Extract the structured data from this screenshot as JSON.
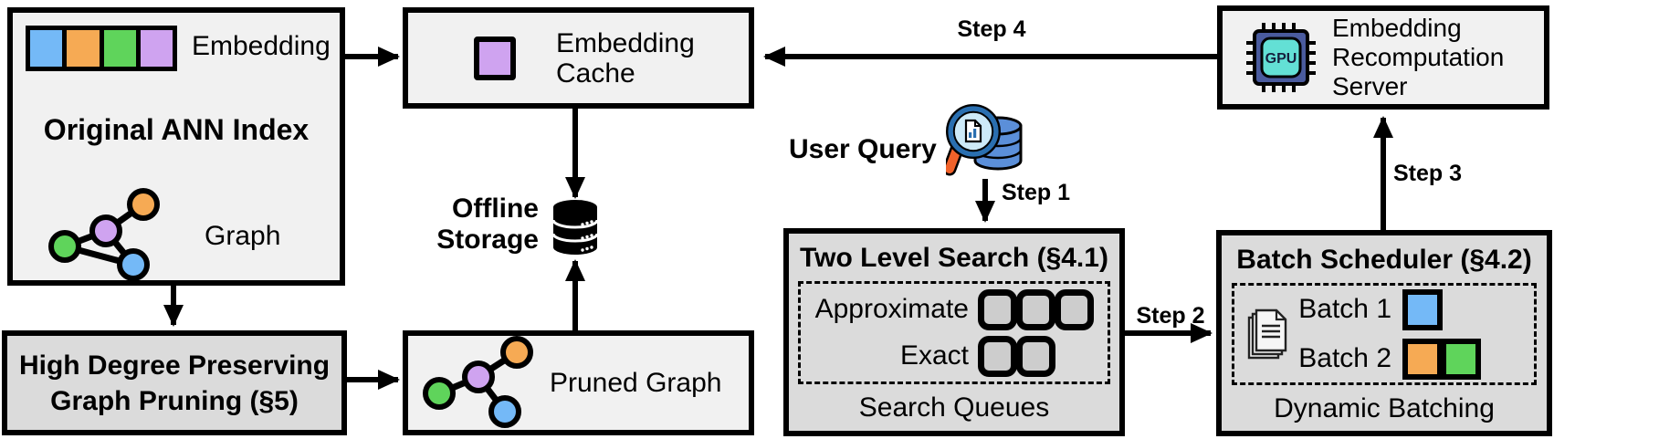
{
  "palette": {
    "blue": "#74b9f7",
    "orange": "#f6aa54",
    "green": "#5fd45b",
    "purple": "#cfa3f0",
    "box-light": "#f1f1f1",
    "box-gray": "#dbdbdb",
    "queue": "#cdcdcd",
    "gpu-body": "#4a5b9e",
    "gpu-core": "#63e0d5",
    "db-blue": "#5b8fd9",
    "lens-fill": "#cdeaf8",
    "lens-rim": "#2a6fb0",
    "handle": "#f0622a"
  },
  "boxes": {
    "original": {
      "embedding_label": "Embedding",
      "title": "Original ANN Index",
      "graph_label": "Graph",
      "embedding_cells": [
        "blue",
        "orange",
        "green",
        "purple"
      ]
    },
    "pruning": {
      "line1": "High Degree Preserving",
      "line2": "Graph Pruning (§5)"
    },
    "cache": {
      "line1": "Embedding",
      "line2": "Cache"
    },
    "storage": {
      "line1": "Offline",
      "line2": "Storage"
    },
    "pruned": {
      "label": "Pruned Graph"
    },
    "search": {
      "title": "Two Level Search (§4.1)",
      "approximate_label": "Approximate",
      "exact_label": "Exact",
      "footer": "Search Queues",
      "approximate_slots": [
        "queue",
        "queue",
        "queue"
      ],
      "exact_slots": [
        "queue",
        "queue"
      ]
    },
    "scheduler": {
      "title": "Batch Scheduler (§4.2)",
      "batch1_label": "Batch 1",
      "batch2_label": "Batch 2",
      "footer": "Dynamic Batching",
      "batch1_swatches": [
        "blue"
      ],
      "batch2_swatches": [
        "orange",
        "green"
      ]
    },
    "server": {
      "line1": "Embedding",
      "line2": "Recomputation",
      "line3": "Server",
      "chip_label": "GPU"
    }
  },
  "flow": {
    "user_query": "User Query",
    "step1": "Step 1",
    "step2": "Step 2",
    "step3": "Step 3",
    "step4": "Step 4"
  }
}
